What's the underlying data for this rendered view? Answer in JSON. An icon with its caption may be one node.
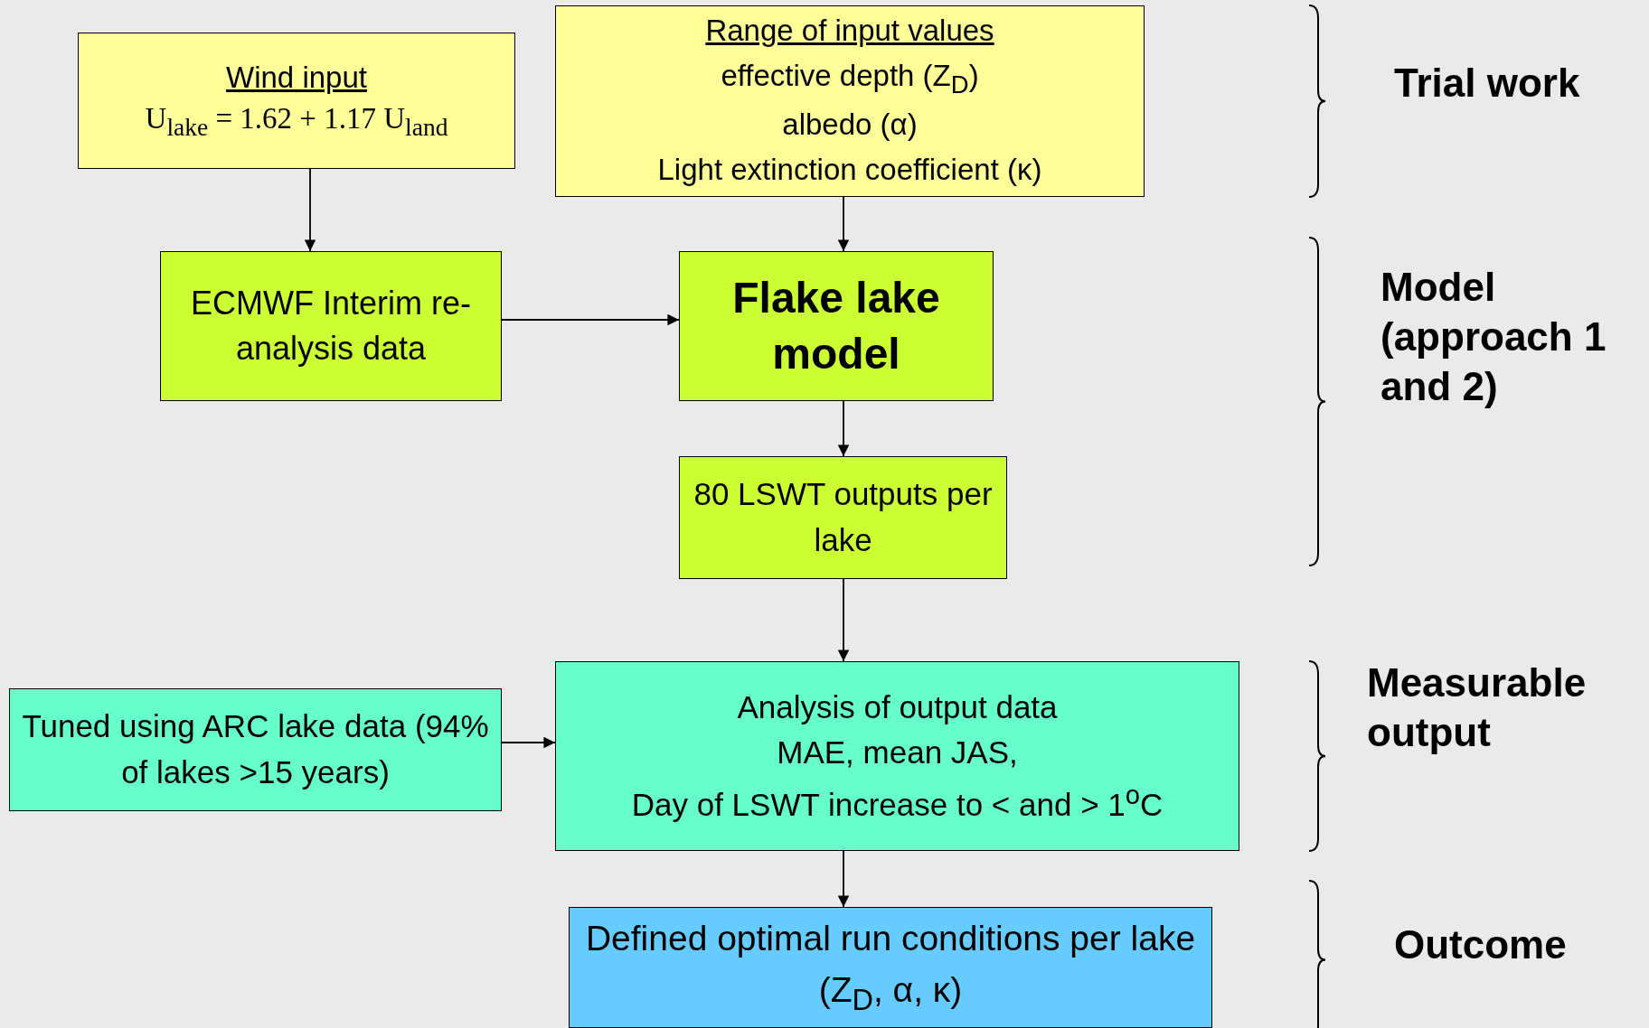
{
  "diagram": {
    "nodes": [
      {
        "text": [
          "Wind input",
          "U$_{lake}$ = 1.62 + 1.17 U$_{land}$"
        ]
      },
      {
        "text": [
          "Range of input values",
          "effective depth (Z$_{D}$)",
          "albedo (α)",
          "Light extinction coefficient (κ)"
        ]
      },
      {
        "text": [
          "ECMWF Interim re-analysis data"
        ]
      },
      {
        "text": [
          "Flake lake model"
        ]
      },
      {
        "text": [
          "80 LSWT outputs per lake"
        ]
      },
      {
        "text": [
          "Tuned using ARC lake data (94% of lakes >15 years)"
        ]
      },
      {
        "text": [
          "Analysis of output data",
          "MAE, mean JAS,",
          "Day of LSWT increase to < and > 1$^{o}$C"
        ]
      },
      {
        "text": [
          "Defined optimal run conditions per lake (Z$_{D}$, α, κ)"
        ]
      }
    ],
    "edges": [
      {
        "from": 0,
        "to": 2,
        "arrow": "to"
      },
      {
        "from": 1,
        "to": 3,
        "arrow": "to"
      },
      {
        "from": 2,
        "to": 3,
        "arrow": "to"
      },
      {
        "from": 3,
        "to": 4,
        "arrow": "to"
      },
      {
        "from": 4,
        "to": 6,
        "arrow": "to"
      },
      {
        "from": 5,
        "to": 6,
        "arrow": "to"
      },
      {
        "from": 6,
        "to": 7,
        "arrow": "to"
      }
    ],
    "labels": [
      "Trial work",
      "Model (approach 1 and 2)",
      "Measurable output",
      "Outcome"
    ]
  }
}
